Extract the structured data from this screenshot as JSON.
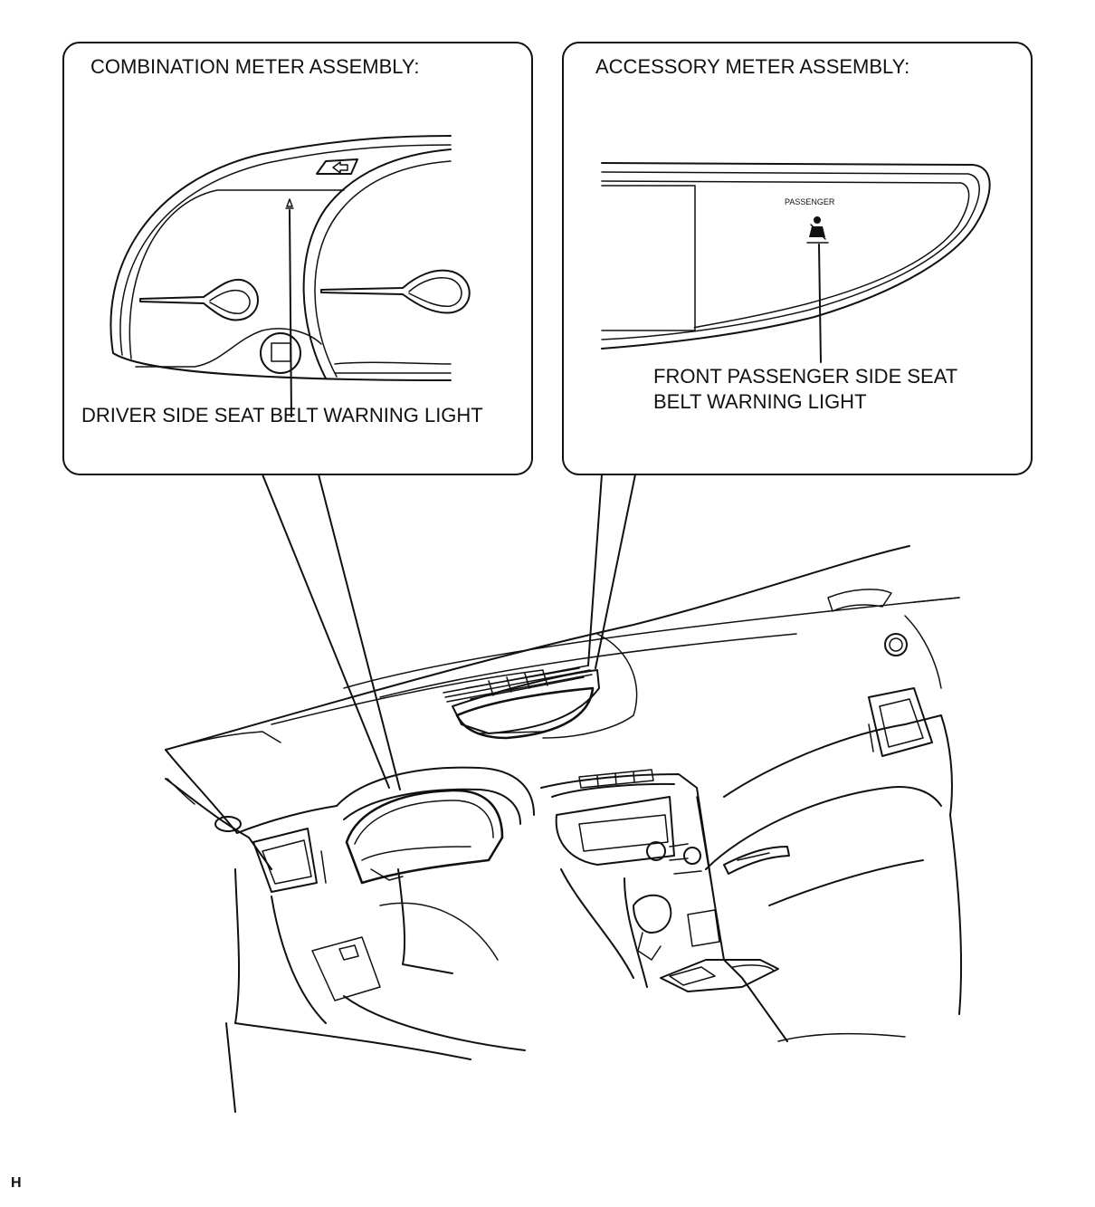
{
  "callout_left": {
    "title": "COMBINATION METER ASSEMBLY:",
    "label": "DRIVER SIDE SEAT BELT WARNING LIGHT"
  },
  "callout_right": {
    "title": "ACCESSORY METER ASSEMBLY:",
    "panel_text": "PASSENGER",
    "label_line1": "FRONT PASSENGER SIDE SEAT",
    "label_line2": "BELT WARNING LIGHT"
  },
  "corner_code": "H",
  "icons": [
    "seat-belt-warning-icon",
    "turn-signal-arrow-icon"
  ]
}
